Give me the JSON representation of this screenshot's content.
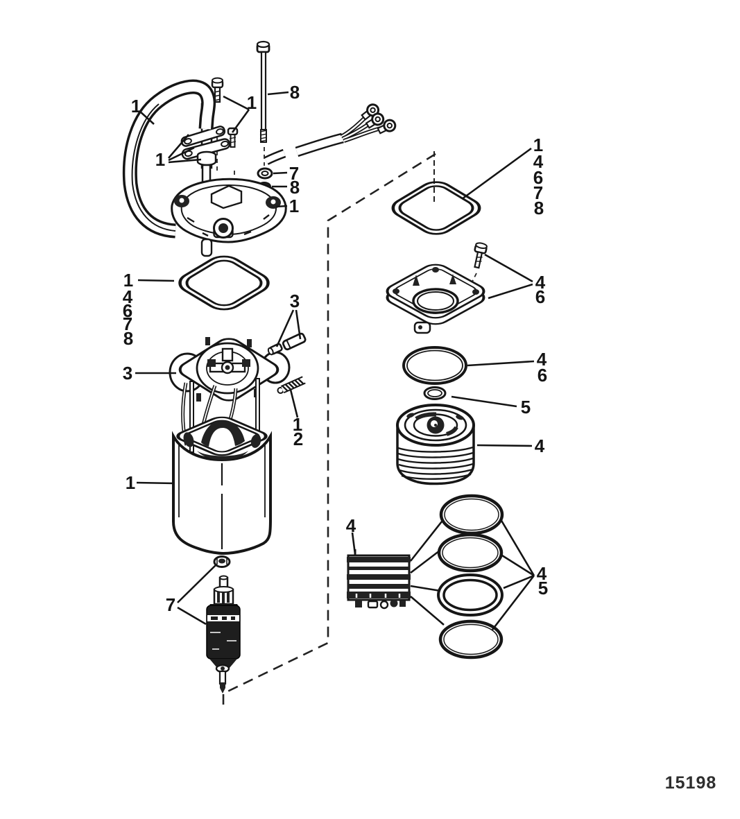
{
  "figure": {
    "part_number": "15198",
    "callouts": {
      "hose": "1",
      "long_bolt": "8",
      "screws": "1",
      "clamps": "1",
      "washer": "7",
      "lock_nut": "8",
      "cover": "1",
      "left_gasket": [
        "1",
        "4",
        "6",
        "7",
        "8"
      ],
      "brush_plate": "3",
      "pins": "3",
      "spring": [
        "1",
        "2"
      ],
      "housing": "1",
      "armature": "7",
      "right_gasket": [
        "1",
        "4",
        "6",
        "7",
        "8"
      ],
      "adapter": [
        "4",
        "6"
      ],
      "o_ring_large": [
        "4",
        "6"
      ],
      "o_ring_small": "5",
      "pump_body": "4",
      "valve_stack": "4",
      "o_ring_set": [
        "4",
        "5"
      ]
    },
    "colors": {
      "line": "#161616",
      "background": "#ffffff",
      "part_number_text": "#2e2e2e"
    }
  }
}
